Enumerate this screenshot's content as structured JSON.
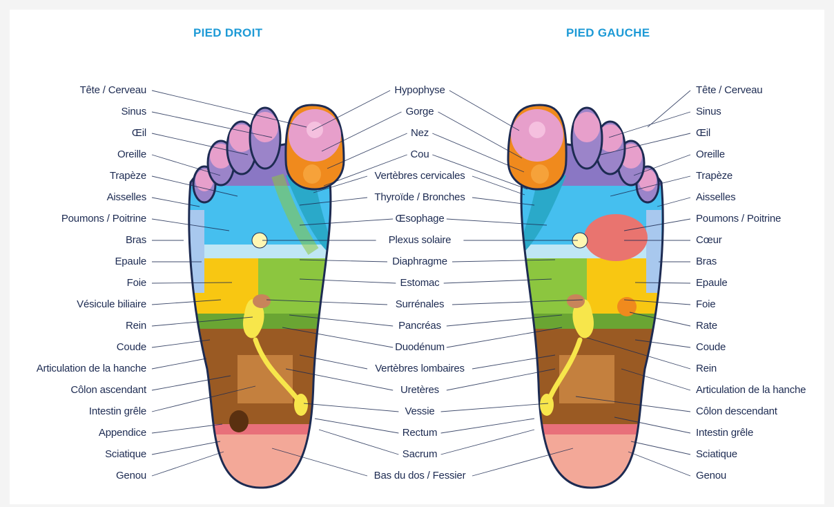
{
  "titles": {
    "right_foot": "PIED DROIT",
    "left_foot": "PIED GAUCHE"
  },
  "labels_left": [
    "Tête / Cerveau",
    "Sinus",
    "Œil",
    "Oreille",
    "Trapèze",
    "Aisselles",
    "Poumons / Poitrine",
    "Bras",
    "Epaule",
    "Foie",
    "Vésicule biliaire",
    "Rein",
    "Coude",
    "Articulation de la hanche",
    "Côlon ascendant",
    "Intestin grêle",
    "Appendice",
    "Sciatique",
    "Genou"
  ],
  "labels_center": [
    "Hypophyse",
    "Gorge",
    "Nez",
    "Cou",
    "Vertèbres cervicales",
    "Thyroïde / Bronches",
    "Œsophage",
    "Plexus solaire",
    "Diaphragme",
    "Estomac",
    "Surrénales",
    "Pancréas",
    "Duodénum",
    "Vertèbres lombaires",
    "Uretères",
    "Vessie",
    "Rectum",
    "Sacrum",
    "Bas du dos / Fessier"
  ],
  "labels_right": [
    "Tête / Cerveau",
    "Sinus",
    "Œil",
    "Oreille",
    "Trapèze",
    "Aisselles",
    "Poumons / Poitrine",
    "Cœur",
    "Bras",
    "Epaule",
    "Foie",
    "Rate",
    "Coude",
    "Rein",
    "Articulation de la hanche",
    "Côlon descendant",
    "Intestin grêle",
    "Sciatique",
    "Genou"
  ],
  "colors": {
    "title": "#1d9ad6",
    "label": "#1d2b52",
    "outline": "#1d2b52",
    "head": "#e79fcb",
    "purple": "#9b84c9",
    "orange": "#f08a1d",
    "cyan": "#3fbde9",
    "lung": "#45bfef",
    "yellow": "#f8c712",
    "green": "#8cc63f",
    "brown": "#a0622c",
    "heel": "#f4a999",
    "heart": "#e9746f",
    "kidney": "#f7e64b"
  }
}
